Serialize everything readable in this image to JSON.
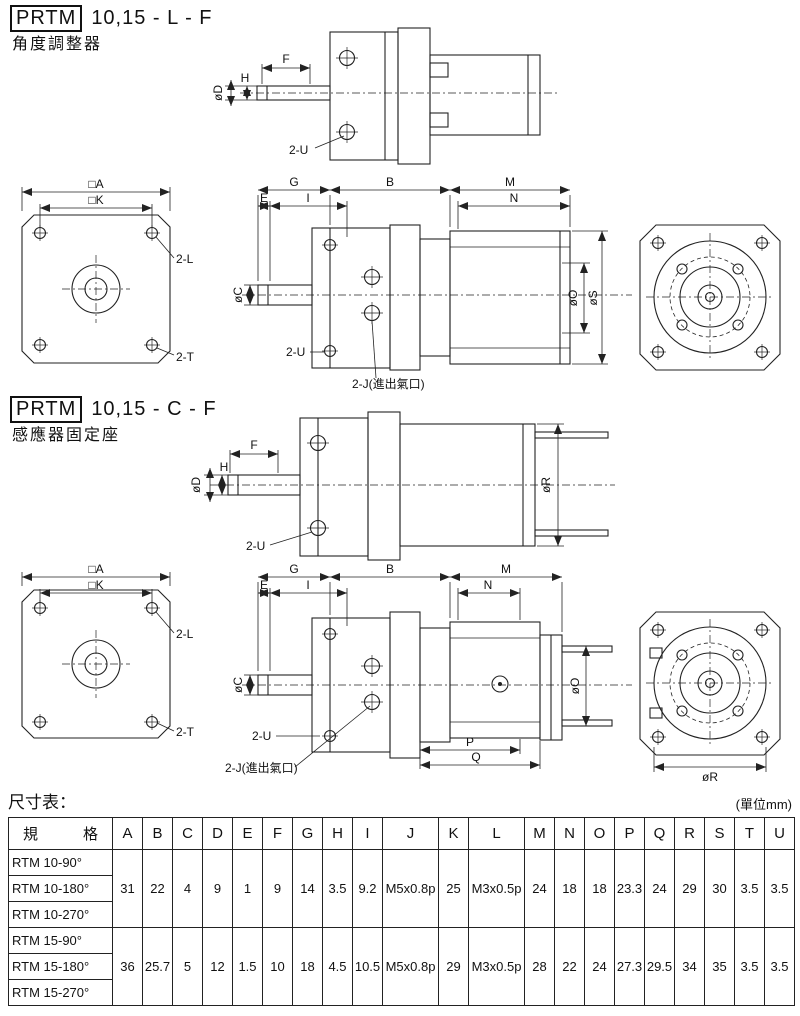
{
  "sections": {
    "lf": {
      "badge": "PRTM",
      "code": "10,15 - L - F",
      "subtitle": "角度調整器"
    },
    "cf": {
      "badge": "PRTM",
      "code": "10,15 - C - F",
      "subtitle": "感應器固定座"
    }
  },
  "dims": {
    "F": "F",
    "oD": "øD",
    "H": "H",
    "twoU": "2-U",
    "sqA": "□A",
    "sqK": "□K",
    "twoL": "2-L",
    "twoT": "2-T",
    "G": "G",
    "B": "B",
    "M": "M",
    "E": "E",
    "I": "I",
    "N": "N",
    "oC": "øC",
    "oO": "øO",
    "oS": "øS",
    "twoJ": "2-J(進出氣口)",
    "P": "P",
    "Q": "Q",
    "oR": "øR"
  },
  "table": {
    "title": "尺寸表：",
    "unit": "(單位mm)",
    "spec_header": "規　　　格",
    "cols": [
      "A",
      "B",
      "C",
      "D",
      "E",
      "F",
      "G",
      "H",
      "I",
      "J",
      "K",
      "L",
      "M",
      "N",
      "O",
      "P",
      "Q",
      "R",
      "S",
      "T",
      "U"
    ],
    "groups": [
      {
        "specs": [
          "RTM 10-90°",
          "RTM 10-180°",
          "RTM 10-270°"
        ],
        "values": [
          "31",
          "22",
          "4",
          "9",
          "1",
          "9",
          "14",
          "3.5",
          "9.2",
          "M5x0.8p",
          "25",
          "M3x0.5p",
          "24",
          "18",
          "18",
          "23.3",
          "24",
          "29",
          "30",
          "3.5",
          "3.5"
        ]
      },
      {
        "specs": [
          "RTM 15-90°",
          "RTM 15-180°",
          "RTM 15-270°"
        ],
        "values": [
          "36",
          "25.7",
          "5",
          "12",
          "1.5",
          "10",
          "18",
          "4.5",
          "10.5",
          "M5x0.8p",
          "29",
          "M3x0.5p",
          "28",
          "22",
          "24",
          "27.3",
          "29.5",
          "34",
          "35",
          "3.5",
          "3.5"
        ]
      }
    ]
  }
}
